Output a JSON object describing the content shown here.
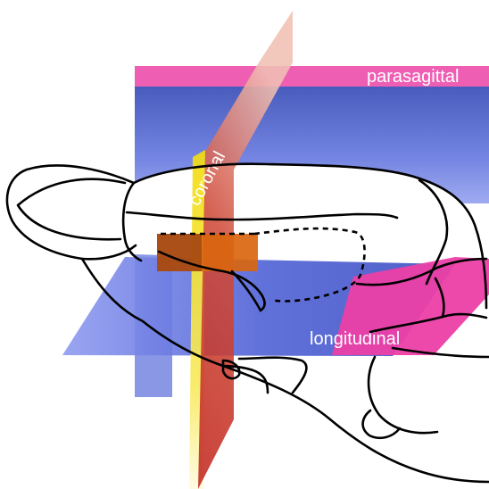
{
  "labels": {
    "parasagittal": "parasagittal",
    "coronal": "coronal",
    "longitudinal": "longitudinal"
  },
  "colors": {
    "parasagittal_plane": "#4a5fc4",
    "parasagittal_band": "#ee5fb4",
    "coronal_plane": "#c9302a",
    "longitudinal_plane": "#4f65d8",
    "longitudinal_accent": "#ec3fa6",
    "yellow_plane": "#f5e11a",
    "region_highlight": "#d9660f",
    "outline": "#000000"
  }
}
